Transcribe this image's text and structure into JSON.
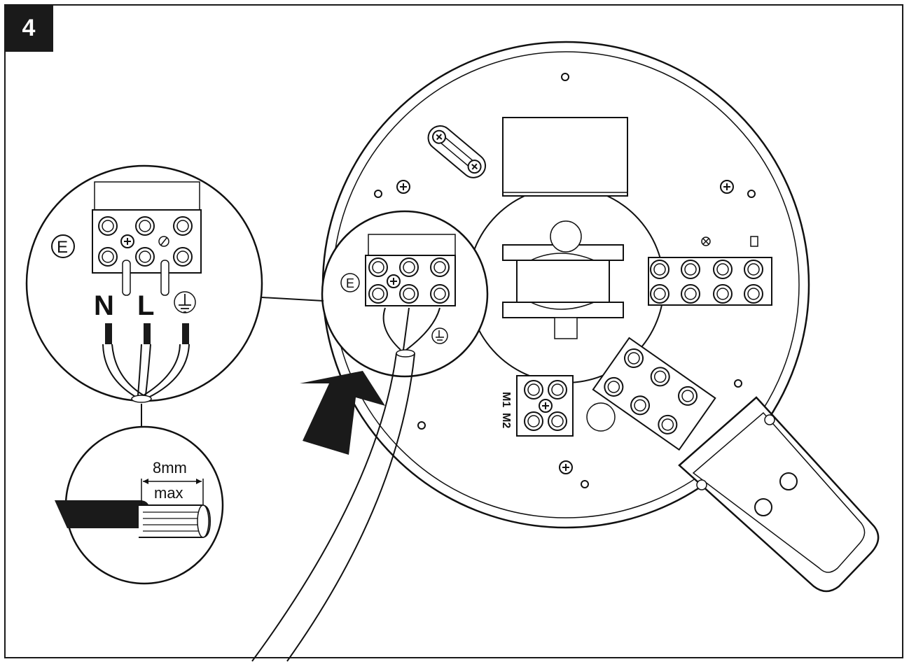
{
  "step_number": "4",
  "labels": {
    "earth_symbol_letter": "E",
    "neutral": "N",
    "live": "L",
    "strip_length": "8mm",
    "strip_max": "max",
    "motor_terminal_1": "M1",
    "motor_terminal_2": "M2"
  }
}
